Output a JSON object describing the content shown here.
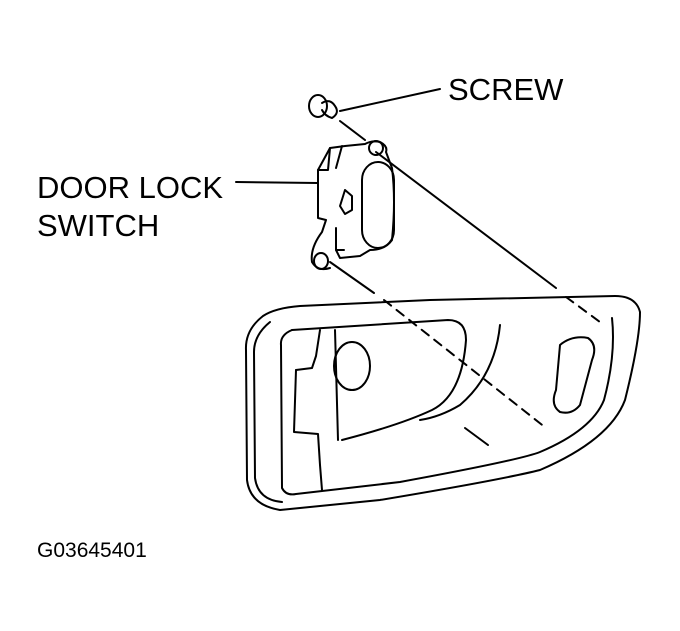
{
  "labels": {
    "screw": "SCREW",
    "door_lock_line1": "DOOR LOCK",
    "door_lock_line2": "SWITCH"
  },
  "figure_code": "G03645401",
  "colors": {
    "line": "#000000",
    "background": "#ffffff"
  }
}
